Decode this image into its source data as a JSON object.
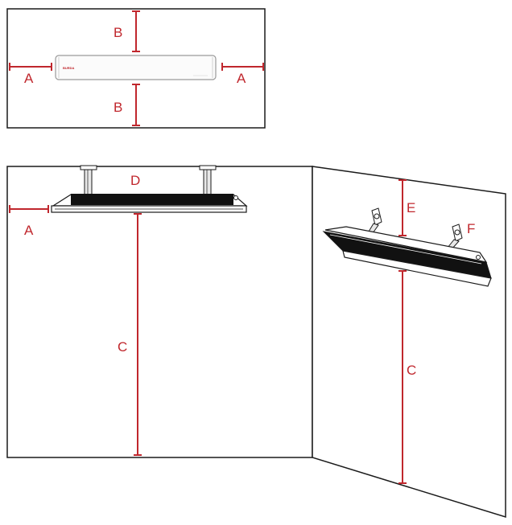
{
  "colors": {
    "dimension": "#c0272d",
    "outline": "#1a1a1a",
    "heater_body": "#111111",
    "heater_trim": "#ffffff",
    "background": "#ffffff"
  },
  "top_view": {
    "labels": {
      "top": "B",
      "bottom": "B",
      "left": "A",
      "right": "A"
    },
    "heater_badge": "BURDA"
  },
  "ceiling_view": {
    "labels": {
      "side": "A",
      "between_brackets": "D",
      "height": "C"
    }
  },
  "wall_view": {
    "labels": {
      "above": "E",
      "bracket": "F",
      "height": "C"
    }
  }
}
